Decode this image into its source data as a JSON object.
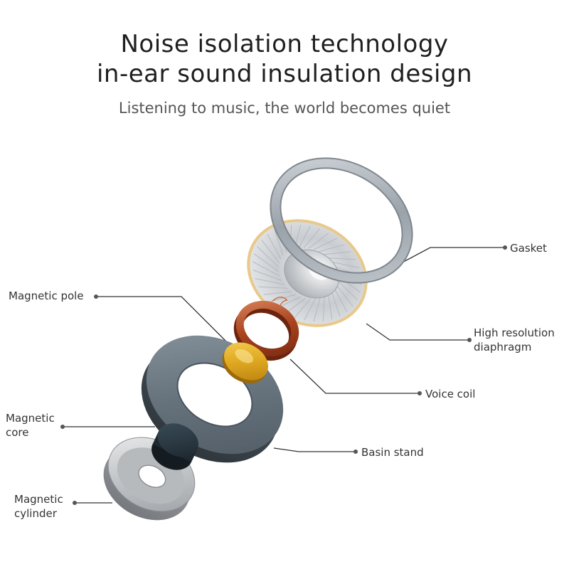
{
  "header": {
    "title_line1": "Noise isolation technology",
    "title_line2": "in-ear sound insulation design",
    "subtitle": "Listening to music, the world becomes quiet"
  },
  "labels": {
    "gasket": "Gasket",
    "high_resolution_diaphragm_line1": "High resolution",
    "high_resolution_diaphragm_line2": "diaphragm",
    "voice_coil": "Voice coil",
    "basin_stand": "Basin stand",
    "magnetic_pole": "Magnetic pole",
    "magnetic_core_line1": "Magnetic",
    "magnetic_core_line2": "core",
    "magnetic_cylinder_line1": "Magnetic",
    "magnetic_cylinder_line2": "cylinder"
  },
  "colors": {
    "gasket": "#a9b0b7",
    "diaphragm": "#d7d9db",
    "diaphragm_rim": "#e8c98a",
    "voice_coil": "#b4522d",
    "magnetic_pole": "#e0a820",
    "basin_stand": "#687580",
    "magnetic_core": "#2a3a44",
    "magnetic_cylinder": "#c9cbcd",
    "leader_line": "#333333"
  }
}
